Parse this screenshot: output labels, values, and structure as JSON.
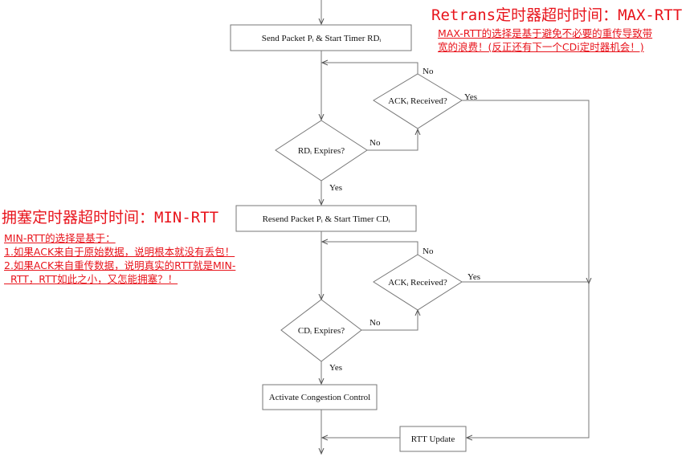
{
  "flow": {
    "send_packet": "Send Packet Pᵢ & Start Timer RDᵢ",
    "ack1": "ACKᵢ Received?",
    "rd_expires": "RDᵢ Expires?",
    "resend_packet": "Resend Packet Pᵢ & Start Timer CDᵢ",
    "ack2": "ACKᵢ Received?",
    "cd_expires": "CDᵢ Expires?",
    "congestion": "Activate Congestion Control",
    "rtt_update": "RTT Update",
    "yes": "Yes",
    "no": "No"
  },
  "notes": {
    "retrans_title": "Retrans定时器超时时间：MAX-RTT",
    "retrans_body1": "MAX-RTT的选择是基于避免不必要的重传导致带",
    "retrans_body2": "宽的浪费！(反正还有下一个CDi定时器机会！)",
    "cong_title": "拥塞定时器超时时间：MIN-RTT",
    "cong_body0": "MIN-RTT的选择是基于：",
    "cong_body1": "1.如果ACK来自于原始数据，说明根本就没有丢包！",
    "cong_body2": "2.如果ACK来自重传数据，说明真实的RTT就是MIN-",
    "cong_body3": "  RTT，RTT如此之小，又怎能拥塞？！"
  }
}
